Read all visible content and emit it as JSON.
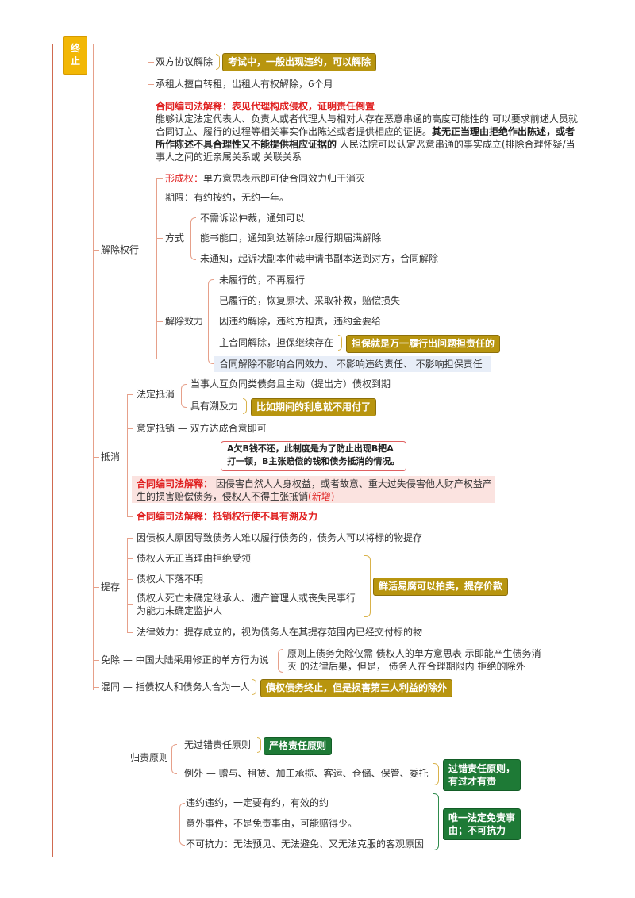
{
  "header": {
    "label_1": "终",
    "label_2": "止"
  },
  "s1": {
    "item1": "双方协议解除",
    "tag1": "考试中，一般出现违约，可以解除",
    "item2": "承租人擅自转租，出租人有权解除，6个月",
    "title": "合同编司法解释：表见代理构成侵权，证明责任倒置",
    "p1": "能够认定法定代表人、负责人或者代理人与相对人存在恶意串通的高度可能性的  可以要求前述人员就",
    "p2": "合同订立、履行的过程等相关事实作出陈述或者提供相应的证据。",
    "p2b": "其无正当理由拒绝作出陈述，或者",
    "p3b": "所作陈述不具合理性又不能提供相应证据的",
    "p3": " 人民法院可以认定恶意串通的事实成立(排除合理怀疑/当",
    "p4": "事人之间的近亲属关系或 关联关系"
  },
  "jcq": {
    "label": "解除权行",
    "xcq_red": "形成权：",
    "xcq": "单方意思表示即可使合同效力归于消灭",
    "qx": "期限：有约按约，无约一年。",
    "fs": "方式",
    "fs1": "不需诉讼仲裁，通知可以",
    "fs2": "能书能口，通知到达解除or履行期届满解除",
    "fs3": "未通知，起诉状副本仲裁申请书副本送到对方，合同解除",
    "xl": "解除效力",
    "xl1": "未履行的，不再履行",
    "xl2": "已履行的，恢复原状、采取补救，赔偿损失",
    "xl3": "因违约解除，违约方担责，违约金要给",
    "xl4": "主合同解除，担保继续存在",
    "tag_xl4": "担保就是万一履行出问题担责任的",
    "xl5": "合同解除不影响合同效力、 不影响违约责任、 不影响担保责任"
  },
  "dx": {
    "label": "抵消",
    "fd": "法定抵消",
    "fd1": "当事人互负同类债务且主动（提出方）债权到期",
    "fd2": "具有溯及力",
    "tag_fd2": "比如期间的利息就不用付了",
    "yd": "意定抵销",
    "yd1": "双方达成合意即可",
    "note1": "A欠B钱不还，此制度是为了防止出现B把A",
    "note2": "打一顿，B主张赔偿的钱和债务抵消的情况。",
    "sf1_red": "合同编司法解释：",
    "sf1": " 因侵害自然人人身权益，或者故意、重大过失侵害他人财产权益产",
    "sf1b": "生的损害赔偿债务，侵权人不得主张抵销",
    "sf1c": "(新增)",
    "sf2": "合同编司法解释：抵销权行使不具有溯及力"
  },
  "tc": {
    "label": "提存",
    "i1": "因债权人原因导致债务人难以履行债务的，债务人可以将标的物提存",
    "i2": "债权人无正当理由拒绝受领",
    "i3": "债权人下落不明",
    "i4a": "债权人死亡未确定继承人、遗产管理人或丧失民事行",
    "i4b": "为能力未确定监护人",
    "tag": "鲜活易腐可以拍卖，提存价款",
    "i5": "法律效力：提存成立的，视为债务人在其提存范围内已经交付标的物"
  },
  "mc": {
    "label": "免除",
    "i1": "中国大陆采用修正的单方行为说",
    "i2a": "原则上债务免除仅需 债权人的单方意思表 示即能产生债务消",
    "i2b": "灭 的法律后果，但是， 债务人在合理期限内 拒绝的除外"
  },
  "ht": {
    "label": "混同",
    "i1": "指债权人和债务人合为一人",
    "tag": "債权债务终止，但是损害第三人利益的除外"
  },
  "gz": {
    "label": "归责原则",
    "wgc": "无过错责任原则",
    "tag_wgc": "严格责任原则",
    "lw": "例外",
    "lw1": "赠与、租赁、加工承揽、客运、仓储、保管、委托",
    "tag_lw": "过错责任原则，",
    "tag_lw2": "有过才有责",
    "w1": "违约违约，一定要有约，有效的约",
    "w2": "意外事件，不是免责事由，可能赔得少。",
    "w3": "不可抗力：无法预见、无法避免、又无法克服的客观原因",
    "tag_w": "唯一法定免责事",
    "tag_w2": "由；不可抗力"
  },
  "colors": {
    "gold": "#b8950f",
    "green": "#1e7a36",
    "red": "#e02020",
    "line": "#e6a08a"
  }
}
